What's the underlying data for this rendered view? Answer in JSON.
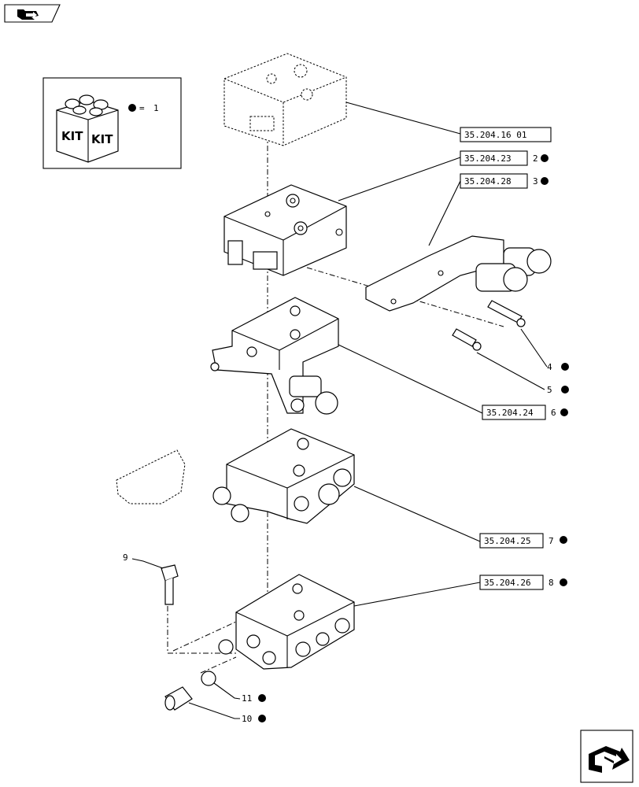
{
  "header": {
    "nav_icon": "folder-arrow-icon"
  },
  "kit": {
    "label_a": "KIT",
    "label_b": "KIT",
    "eq": "=",
    "item": "1"
  },
  "refs": [
    {
      "code": "35.204.16 01",
      "item": ""
    },
    {
      "code": "35.204.23",
      "item": "2"
    },
    {
      "code": "35.204.28",
      "item": "3"
    },
    {
      "code": "35.204.24",
      "item": "6"
    },
    {
      "code": "35.204.25",
      "item": "7"
    },
    {
      "code": "35.204.26",
      "item": "8"
    }
  ],
  "callouts": [
    "4",
    "5",
    "9",
    "11",
    "10"
  ],
  "footer": {
    "nav_icon": "next-page-arrow-icon"
  },
  "colors": {
    "ink": "#000000",
    "paper": "#ffffff"
  }
}
